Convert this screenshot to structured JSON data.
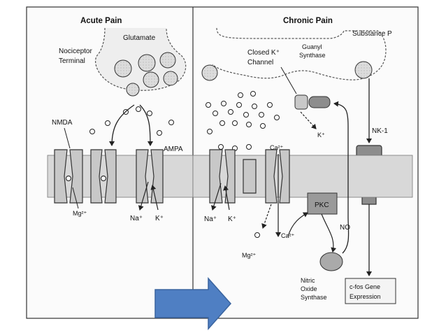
{
  "panels": {
    "left_title": "Acute Pain",
    "right_title": "Chronic Pain"
  },
  "labels": {
    "glutamate": "Glutamate",
    "nociceptor_line1": "Nociceptor",
    "nociceptor_line2": "Terminal",
    "nmda": "NMDA",
    "ampa": "AMPA",
    "mg_left": "Mg²⁺",
    "na_left": "Na⁺",
    "k_left": "K⁺",
    "closed_k_line1": "Closed K⁺",
    "closed_k_line2": "Channel",
    "guanyl_line1": "Guanyl",
    "guanyl_line2": "Synthase",
    "substance_p": "Substance P",
    "k_gate": "K⁺",
    "nk1": "NK-1",
    "ca_top": "Ca²⁺",
    "pkc": "PKC",
    "na_right": "Na⁺",
    "k_right": "K⁺",
    "ca_bottom": "Ca²⁺",
    "mg_right": "Mg²⁺",
    "no": "NO",
    "nos_line1": "Nitric",
    "nos_line2": "Oxide",
    "nos_line3": "Synthase",
    "cfos_line1": "c-fos Gene",
    "cfos_line2": "Expression"
  },
  "colors": {
    "arrow_fill": "#4f7fc3",
    "arrow_stroke": "#3a649f",
    "membrane_fill": "#d8d8d8",
    "channel_fill": "#c8c8c8",
    "pkc_fill": "#9a9a9a",
    "line": "#222222"
  },
  "arrow": {
    "icon": "right-arrow-icon"
  }
}
